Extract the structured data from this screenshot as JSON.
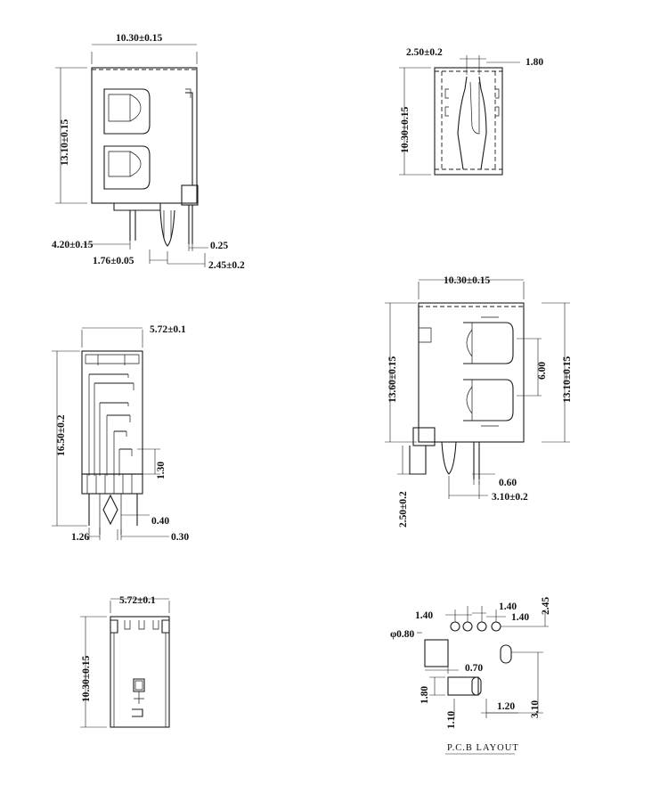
{
  "views": {
    "front": {
      "width": "10.30±0.15",
      "height": "13.10±0.15",
      "left_offset": "4.20±0.15",
      "pin_pitch": "1.76±0.05",
      "pin_thickness": "0.25",
      "pin_span": "2.45±0.2"
    },
    "top_right": {
      "width": "2.50±0.2",
      "side": "1.80",
      "height": "10.30±0.15"
    },
    "side": {
      "width": "5.72±0.1",
      "height": "16.50±0.2",
      "lead": "1.30",
      "pin_gap": "0.40",
      "pitch_left": "1.26",
      "pin_width": "0.30"
    },
    "rear": {
      "width": "10.30±0.15",
      "height_left": "13.60±0.15",
      "height_right": "13.10±0.15",
      "spring_pitch": "6.00",
      "pin_width": "0.60",
      "pin_span": "3.10±0.2",
      "peg_length": "2.50±0.2"
    },
    "bottom": {
      "width": "5.72±0.1",
      "height": "10.30±0.15"
    },
    "pcb": {
      "pitch_a": "1.40",
      "pitch_b": "1.40",
      "pitch_c": "1.40",
      "vertical_top": "2.45",
      "hole_dia": "φ0.80",
      "pad_width": "0.70",
      "pad_height": "1.80",
      "slot_height": "1.10",
      "slot_width": "1.20",
      "vertical_bottom": "3.10",
      "caption": "P.C.B LAYOUT"
    }
  }
}
